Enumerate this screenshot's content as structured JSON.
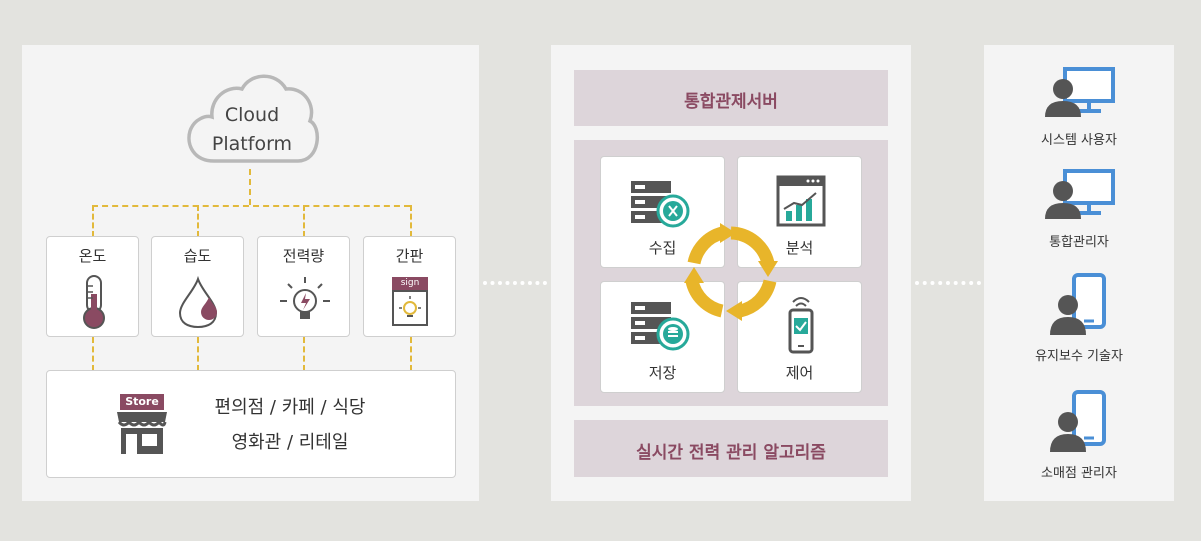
{
  "cloud": {
    "line1": "Cloud",
    "line2": "Platform"
  },
  "sensors": [
    {
      "label": "온도",
      "icon": "thermometer-icon"
    },
    {
      "label": "습도",
      "icon": "water-drop-icon"
    },
    {
      "label": "전력량",
      "icon": "lightbulb-icon"
    },
    {
      "label": "간판",
      "icon": "sign-icon",
      "badge": "sign"
    }
  ],
  "store": {
    "badge": "Store",
    "line1": "편의점 / 카페 / 식당",
    "line2": "영화관 / 리테일"
  },
  "server": {
    "title": "통합관제서버",
    "modules": [
      {
        "label": "수집",
        "icon": "server-collect-icon"
      },
      {
        "label": "분석",
        "icon": "analytics-chart-icon"
      },
      {
        "label": "저장",
        "icon": "server-database-icon"
      },
      {
        "label": "제어",
        "icon": "mobile-control-icon"
      }
    ],
    "algorithm": "실시간 전력 관리 알고리즘"
  },
  "users": [
    {
      "label": "시스템 사용자",
      "icon": "user-desktop-icon"
    },
    {
      "label": "통합관리자",
      "icon": "user-desktop-icon"
    },
    {
      "label": "유지보수 기술자",
      "icon": "user-mobile-icon"
    },
    {
      "label": "소매점 관리자",
      "icon": "user-mobile-icon"
    }
  ],
  "colors": {
    "accent": "#8a4a62",
    "yellow": "#e2b93b",
    "teal": "#27a99a",
    "blue": "#4a8fd6"
  }
}
